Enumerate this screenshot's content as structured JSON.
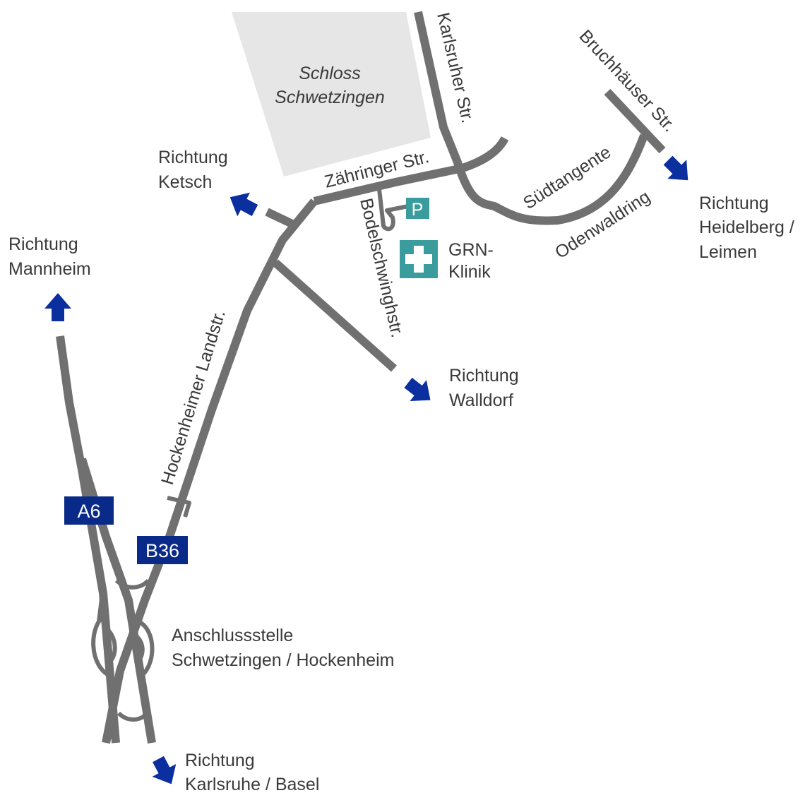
{
  "colors": {
    "road": "#707070",
    "castle_area": "#e6e6e6",
    "direction_arrow": "#0b2f9f",
    "highway_badge": "#0a2a8a",
    "clinic": "#3a9c9c",
    "text": "#3a3a3a"
  },
  "castle": {
    "line1": "Schloss",
    "line2": "Schwetzingen"
  },
  "streets": {
    "karlsruher": "Karlsruher Str.",
    "bruchhaeuser": "Bruchhäuser Str.",
    "zaehringer": "Zähringer Str.",
    "suedtangente": "Südtangente",
    "odenwaldring": "Odenwaldring",
    "bodelschwingh": "Bodelschwinghstr.",
    "hockenheimer": "Hockenheimer Landstr."
  },
  "directions": {
    "ketsch": {
      "line1": "Richtung",
      "line2": "Ketsch"
    },
    "mannheim": {
      "line1": "Richtung",
      "line2": "Mannheim"
    },
    "heidelberg": {
      "line1": "Richtung",
      "line2": "Heidelberg / ",
      "line3": "Leimen"
    },
    "walldorf": {
      "line1": "Richtung",
      "line2": "Walldorf"
    },
    "karlsruhe": {
      "line1": "Richtung",
      "line2": "Karlsruhe / Basel"
    }
  },
  "badges": {
    "a6": "A6",
    "b36": "B36"
  },
  "parking": {
    "label": "P",
    "icon": "parking-icon"
  },
  "clinic": {
    "line1": "GRN-",
    "line2": "Klinik",
    "icon": "medical-cross-icon"
  },
  "junction": {
    "line1": "Anschlussstelle",
    "line2": "Schwetzingen / Hockenheim"
  }
}
